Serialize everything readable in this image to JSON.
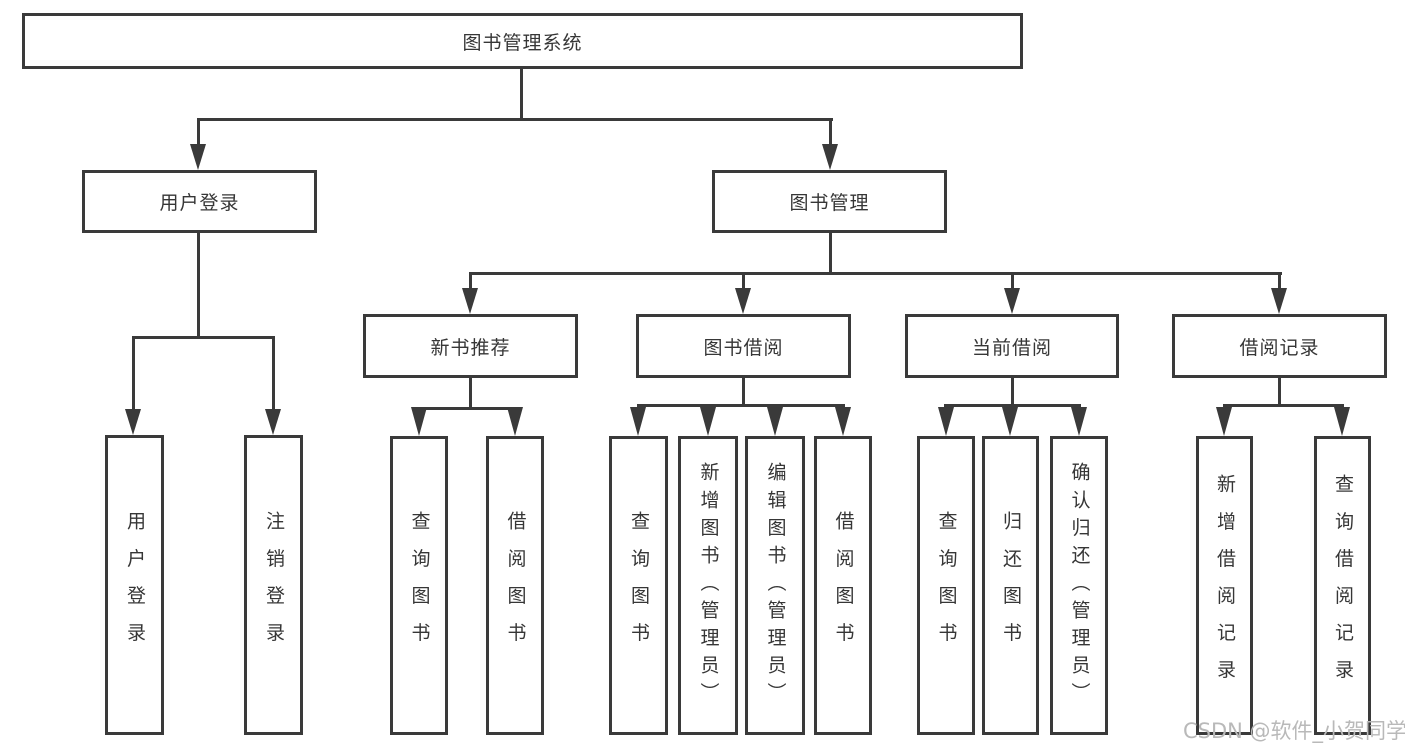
{
  "diagram": {
    "title": "图书管理系统",
    "colors": {
      "line": "#3a3a3a",
      "box_background": "#ffffff",
      "text": "#363636",
      "watermark": "#b9b9b9"
    },
    "nodes": {
      "root": "图书管理系统",
      "user_login": "用户登录",
      "book_mgmt": "图书管理",
      "new_book_rec": "新书推荐",
      "book_borrow": "图书借阅",
      "current_borrow": "当前借阅",
      "borrow_records": "借阅记录",
      "user_login_leaf": "用户登录",
      "logout_leaf": "注销登录",
      "g1_query_book": "查询图书",
      "g1_borrow_book": "借阅图书",
      "g2_query_book": "查询图书",
      "g2_add_book": "新增图书（管理员）",
      "g2_edit_book": "编辑图书（管理员）",
      "g2_borrow_book": "借阅图书",
      "g3_query_book": "查询图书",
      "g3_return_book": "归还图书",
      "g3_confirm_return": "确认归还（管理员）",
      "g4_add_record": "新增借阅记录",
      "g4_query_record": "查询借阅记录"
    },
    "watermark": "CSDN @软件_小贺同学"
  }
}
